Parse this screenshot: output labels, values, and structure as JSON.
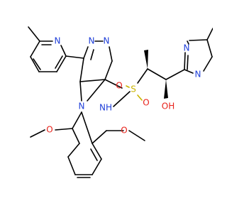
{
  "colors": {
    "background": "#ffffff",
    "carbon_bond": "#000000",
    "nitrogen": "#1f3fd9",
    "oxygen": "#e8221b",
    "sulfur": "#c9b400"
  },
  "atom_labels": {
    "n_pyridine": "N",
    "n_triazole_top_left": "N",
    "n_triazole_top_right": "N",
    "n_triazole_ring": "N",
    "nh": "NH",
    "s": "S",
    "o_top": "O",
    "o_bottom": "O",
    "oh": "OH",
    "n_pyrimidine_top": "N",
    "n_pyrimidine_bottom": "N",
    "o_methoxy_left": "O",
    "o_methoxy_right": "O"
  }
}
